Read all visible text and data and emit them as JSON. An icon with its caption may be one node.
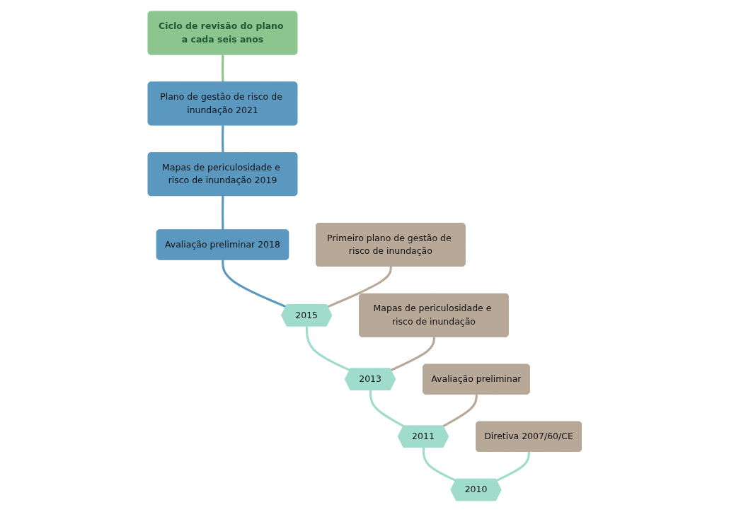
{
  "diagram": {
    "nodes": [
      {
        "text": [
          "Ciclo de revisão do plano a cada seis anos"
        ]
      },
      {
        "text": [
          "Plano de gestão de risco de inundação 2021"
        ]
      },
      {
        "text": [
          "Mapas de periculosidade e risco de inundação 2019"
        ]
      },
      {
        "text": [
          "Avaliação preliminar 2018"
        ]
      },
      {
        "text": [
          "2015"
        ]
      },
      {
        "text": [
          "Primeiro plano de gestão de risco de inundação"
        ]
      },
      {
        "text": [
          "2013"
        ]
      },
      {
        "text": [
          "Mapas de periculosidade e risco de inundação"
        ]
      },
      {
        "text": [
          "2011"
        ]
      },
      {
        "text": [
          "Avaliação preliminar"
        ]
      },
      {
        "text": [
          "2010"
        ]
      },
      {
        "text": [
          "Diretiva 2007/60/CE"
        ]
      }
    ],
    "edges": [
      {
        "from": 10,
        "to": 11,
        "arrow": "none"
      },
      {
        "from": 10,
        "to": 8,
        "arrow": "none"
      },
      {
        "from": 8,
        "to": 9,
        "arrow": "none",
        "color": "#b7a898"
      },
      {
        "from": 8,
        "to": 6,
        "arrow": "none"
      },
      {
        "from": 6,
        "to": 7,
        "arrow": "none",
        "color": "#b7a898"
      },
      {
        "from": 6,
        "to": 4,
        "arrow": "none"
      },
      {
        "from": 4,
        "to": 5,
        "arrow": "none",
        "color": "#b7a898"
      },
      {
        "from": 4,
        "to": 3,
        "arrow": "none",
        "color": "#5a98c0"
      },
      {
        "from": 3,
        "to": 2,
        "arrow": "none",
        "color": "#5a98c0"
      },
      {
        "from": 2,
        "to": 1,
        "arrow": "none",
        "color": "#5a98c0"
      },
      {
        "from": 1,
        "to": 0,
        "arrow": "none",
        "color": "#8cc68e"
      }
    ]
  }
}
